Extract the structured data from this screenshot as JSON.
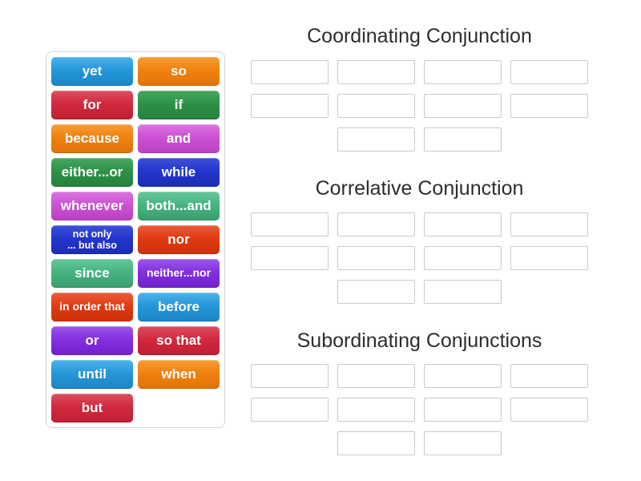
{
  "page": {
    "background": "#ffffff"
  },
  "word_bank": {
    "colors": {
      "blue": {
        "base": "#2597d9",
        "light": "#4db3ea",
        "dark": "#1b85c6"
      },
      "orange": {
        "base": "#f0820e",
        "light": "#f79d38",
        "dark": "#e07409"
      },
      "crimson": {
        "base": "#d2293e",
        "light": "#dd4f60",
        "dark": "#c01f33"
      },
      "green": {
        "base": "#2e9148",
        "light": "#46a85f",
        "dark": "#26803c"
      },
      "orchid": {
        "base": "#cc52d2",
        "light": "#da76de",
        "dark": "#bc3fc4"
      },
      "royalblue": {
        "base": "#2336cc",
        "light": "#3d50da",
        "dark": "#1b2cb4"
      },
      "seagreen": {
        "base": "#47b581",
        "light": "#65c798",
        "dark": "#389e6d"
      },
      "vermilion": {
        "base": "#e23a12",
        "light": "#ea5f3b",
        "dark": "#cc3009"
      },
      "purple": {
        "base": "#8330e0",
        "light": "#9c57e8",
        "dark": "#7120cc"
      }
    },
    "tiles": [
      {
        "label": "yet",
        "color": "blue"
      },
      {
        "label": "so",
        "color": "orange"
      },
      {
        "label": "for",
        "color": "crimson"
      },
      {
        "label": "if",
        "color": "green"
      },
      {
        "label": "because",
        "color": "orange"
      },
      {
        "label": "and",
        "color": "orchid"
      },
      {
        "label": "either...or",
        "color": "green"
      },
      {
        "label": "while",
        "color": "royalblue"
      },
      {
        "label": "whenever",
        "color": "orchid"
      },
      {
        "label": "both...and",
        "color": "seagreen"
      },
      {
        "label": "not only\n... but also",
        "color": "royalblue",
        "size": "sm"
      },
      {
        "label": "nor",
        "color": "vermilion"
      },
      {
        "label": "since",
        "color": "seagreen"
      },
      {
        "label": "neither...nor",
        "color": "purple",
        "size": "md"
      },
      {
        "label": "in order that",
        "color": "vermilion",
        "size": "md"
      },
      {
        "label": "before",
        "color": "blue"
      },
      {
        "label": "or",
        "color": "purple"
      },
      {
        "label": "so that",
        "color": "crimson"
      },
      {
        "label": "until",
        "color": "blue"
      },
      {
        "label": "when",
        "color": "orange"
      },
      {
        "label": "but",
        "color": "crimson"
      }
    ]
  },
  "groups": [
    {
      "title": "Coordinating Conjunction",
      "slot_rows": [
        4,
        4,
        2
      ]
    },
    {
      "title": "Correlative Conjunction",
      "slot_rows": [
        4,
        4,
        2
      ]
    },
    {
      "title": "Subordinating Conjunctions",
      "slot_rows": [
        4,
        4,
        2
      ]
    }
  ]
}
